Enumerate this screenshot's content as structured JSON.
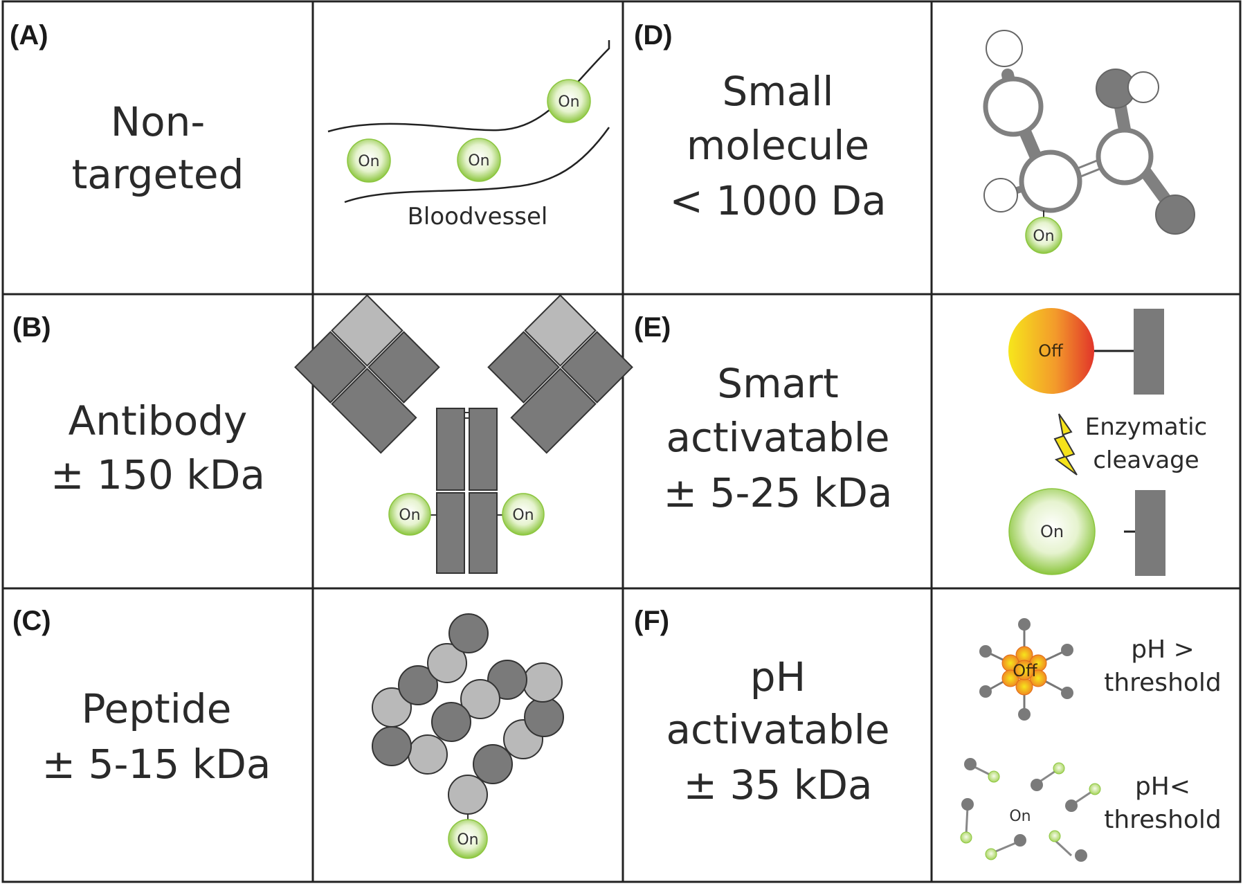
{
  "panels": {
    "a": {
      "letter": "(A)",
      "line1": "Non-",
      "line2": "targeted",
      "vessel_label": "Bloodvessel"
    },
    "b": {
      "letter": "(B)",
      "line1": "Antibody",
      "line2": "± 150 kDa"
    },
    "c": {
      "letter": "(C)",
      "line1": "Peptide",
      "line2": "± 5-15 kDa"
    },
    "d": {
      "letter": "(D)",
      "line1": "Small",
      "line2": "molecule",
      "line3": "< 1000 Da"
    },
    "e": {
      "letter": "(E)",
      "line1": "Smart",
      "line2": "activatable",
      "line3": "± 5-25 kDa",
      "cleavage_line1": "Enzymatic",
      "cleavage_line2": "cleavage"
    },
    "f": {
      "letter": "(F)",
      "line1": "pH",
      "line2": "activatable",
      "line3": "± 35 kDa",
      "above_line1": "pH >",
      "above_line2": "threshold",
      "below_line1": "pH<",
      "below_line2": "threshold"
    }
  },
  "labels": {
    "on": "On",
    "off": "Off"
  },
  "colors": {
    "grid": "#222222",
    "gray": "#808080",
    "gray_dark": "#6e6e6e",
    "gray_light": "#b9b9b9",
    "green": "#8cc63f",
    "orange": "#f39a2b",
    "yellow": "#f5e21a"
  }
}
